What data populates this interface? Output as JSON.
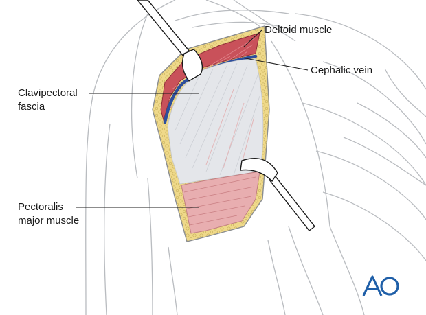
{
  "labels": {
    "deltoid_muscle": "Deltoid muscle",
    "cephalic_vein": "Cephalic vein",
    "clavipectoral_fascia_line1": "Clavipectoral",
    "clavipectoral_fascia_line2": "fascia",
    "pectoralis_major_line1": "Pectoralis",
    "pectoralis_major_line2": "major muscle"
  },
  "logo": {
    "text": "AO",
    "color": "#1f5fa8"
  },
  "colors": {
    "outline": "#b9bcc0",
    "fat": "#efd98a",
    "deltoid": "#c9515a",
    "cephalic_vein": "#2e4f9c",
    "fascia": "#e4e6ea",
    "pectoralis": "#e8aeb0",
    "retractor": "#ffffff",
    "leader": "#1a1a1a"
  }
}
